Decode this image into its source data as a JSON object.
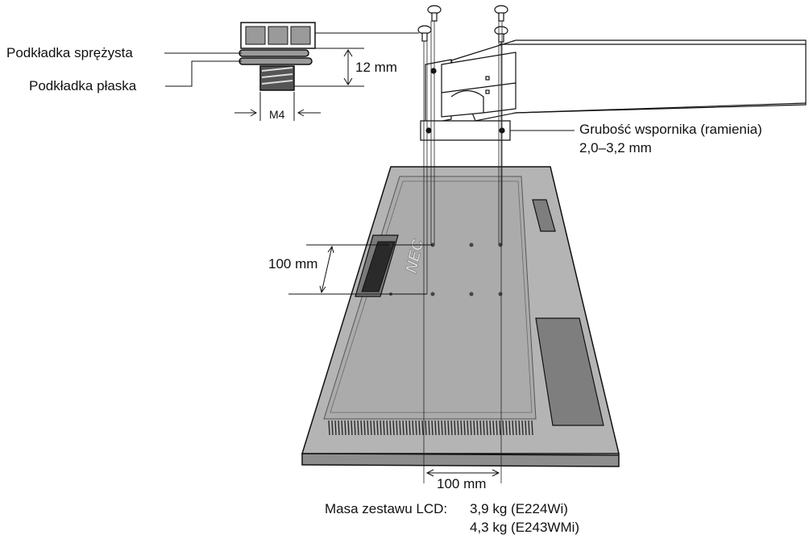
{
  "labels": {
    "spring_washer": "Podkładka sprężysta",
    "flat_washer": "Podkładka płaska",
    "screw_length": "12 mm",
    "thread": "M4",
    "bracket_thickness_title": "Grubość wspornika (ramienia)",
    "bracket_thickness_value": "2,0–3,2 mm",
    "vesa_vertical": "100 mm",
    "vesa_horizontal": "100 mm",
    "brand_logo": "NEC"
  },
  "mass": {
    "label": "Masa zestawu LCD:",
    "lines": [
      "3,9 kg (E224Wi)",
      "4,3 kg (E243WMi)"
    ]
  }
}
